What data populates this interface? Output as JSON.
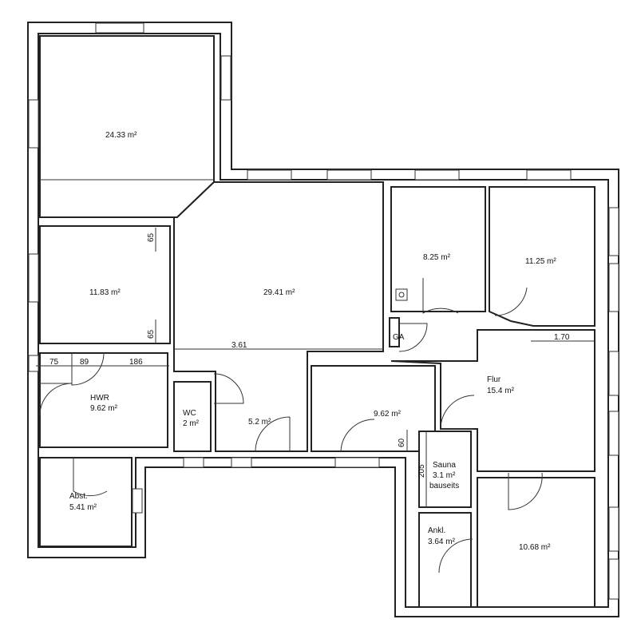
{
  "plan": {
    "rooms": {
      "northwest": {
        "area": "24.33 m²"
      },
      "west": {
        "area": "11.83 m²"
      },
      "hall": {
        "area": "29.41 m²"
      },
      "room_825": {
        "area": "8.25 m²"
      },
      "room_1125": {
        "area": "11.25 m²"
      },
      "hwr": {
        "name": "HWR",
        "area": "9.62 m²"
      },
      "wc": {
        "name": "WC",
        "area": "2 m²"
      },
      "corridor_small": {
        "area": "5.2 m²"
      },
      "room_962": {
        "area": "9.62 m²"
      },
      "flur": {
        "name": "Flur",
        "area": "15.4 m²"
      },
      "sauna": {
        "name": "Sauna",
        "area": "3.1 m²",
        "note": "bauseits"
      },
      "abst": {
        "name": "Abst.",
        "area": "5.41 m²"
      },
      "ankl": {
        "name": "Ankl.",
        "area": "3.64 m²"
      },
      "room_1068": {
        "area": "10.68 m²"
      },
      "ga": {
        "name": "GA"
      }
    },
    "dimensions": {
      "d65_top": "65",
      "d65_bottom": "65",
      "d361": "3.61",
      "d75": "75",
      "d89": "89",
      "d186": "186",
      "d170": "1.70",
      "d60": "60",
      "d205": "205"
    }
  }
}
